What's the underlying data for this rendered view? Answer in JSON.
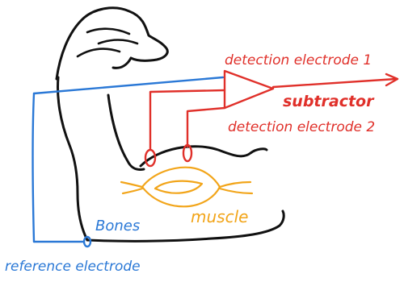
{
  "labels": {
    "detection_electrode_1": "detection electrode 1",
    "subtractor": "subtractor",
    "detection_electrode_2": "detection electrode 2",
    "muscle": "muscle",
    "bones": "Bones",
    "reference_electrode": "reference electrode"
  },
  "colors": {
    "outline": "#111111",
    "red": "#e0302a",
    "blue": "#2a78d6",
    "orange": "#f2a51a"
  },
  "icons": {
    "subtractor": "triangle-amplifier-icon",
    "output": "arrow-right-icon",
    "electrode": "ellipse-electrode-icon"
  }
}
